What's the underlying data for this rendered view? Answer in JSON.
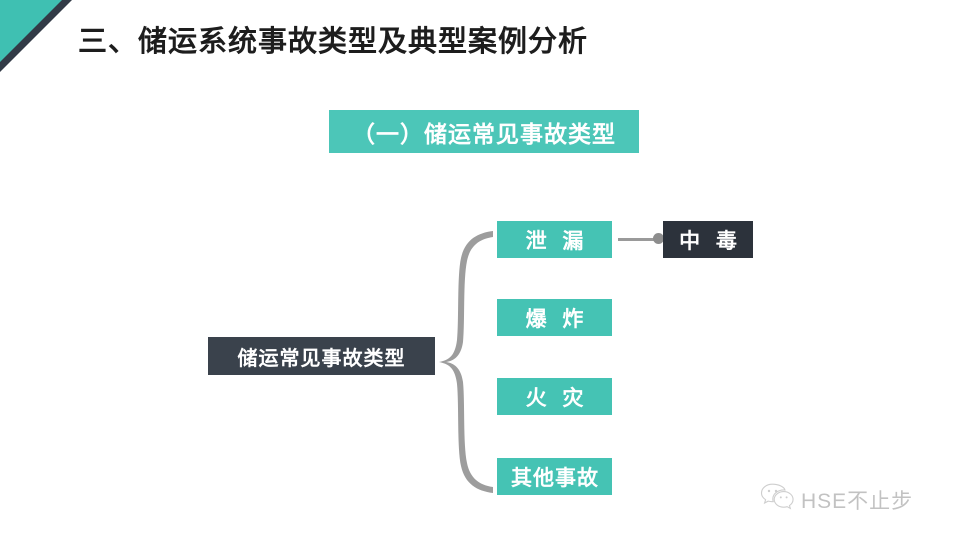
{
  "slide": {
    "title": "三、储运系统事故类型及典型案例分析",
    "subtitle": "（一）储运常见事故类型",
    "colors": {
      "teal": "#45c3b4",
      "teal_banner": "#4cc6b8",
      "dark_node": "#3a424c",
      "dark_node_alt": "#2c323b",
      "corner_teal": "#3fc0b2",
      "corner_dark": "#323a46",
      "brace_gray": "#9a9a9a",
      "background": "#ffffff"
    }
  },
  "decoration": {
    "corner_teal_name": "corner-triangle-teal",
    "corner_dark_name": "corner-triangle-dark"
  },
  "diagram": {
    "root": {
      "label": "储运常见事故类型"
    },
    "brace": {
      "icon": "curly-brace-icon"
    },
    "branches": [
      {
        "label": "泄 漏"
      },
      {
        "label": "爆 炸"
      },
      {
        "label": "火 灾"
      },
      {
        "label": "其他事故"
      }
    ],
    "connector": {
      "from": "泄 漏",
      "to": "中 毒",
      "dot_icon": "connector-dot-icon"
    },
    "leaf": {
      "label": "中 毒"
    }
  },
  "watermark": {
    "icon": "wechat-logo-icon",
    "text": "HSE不止步"
  }
}
